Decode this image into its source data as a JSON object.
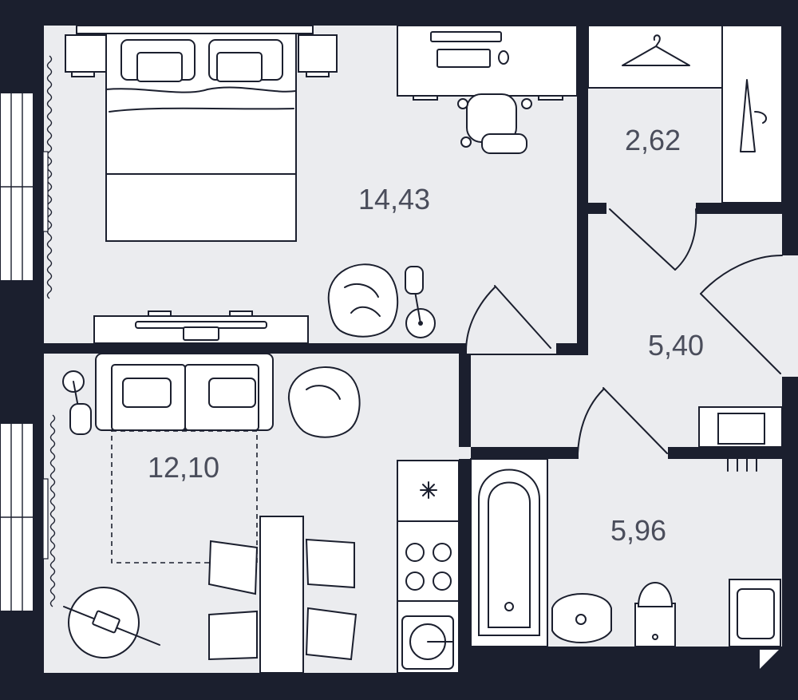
{
  "rooms": {
    "bedroom": {
      "area": "14,43"
    },
    "living_kitchen": {
      "area": "12,10"
    },
    "wardrobe": {
      "area": "2,62"
    },
    "hallway": {
      "area": "5,40"
    },
    "bathroom": {
      "area": "5,96"
    }
  },
  "colors": {
    "wall": "#1b1f2e",
    "floor": "#ebecef",
    "furniture": "#ffffff",
    "label": "#4a4d5b"
  }
}
